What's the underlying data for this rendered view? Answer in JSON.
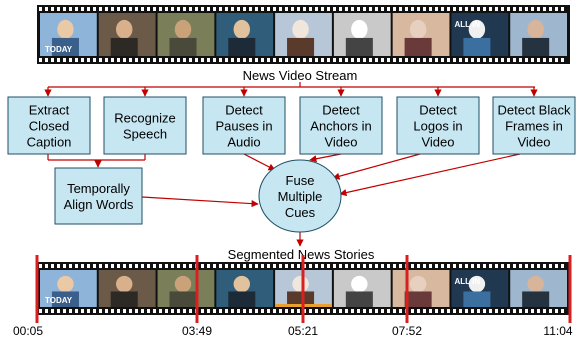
{
  "colors": {
    "box_fill": "#C6E6F2",
    "box_stroke": "#1E4F64",
    "arrow": "#C00000",
    "segment_marker": "#D92020",
    "film": "#111111",
    "highlight": "#E8A030"
  },
  "stream_label": "News Video Stream",
  "segmented_label": "Segmented News Stories",
  "steps": [
    {
      "id": "extract",
      "lines": [
        "Extract",
        "Closed",
        "Caption"
      ]
    },
    {
      "id": "speech",
      "lines": [
        "Recognize",
        "Speech"
      ]
    },
    {
      "id": "pauses",
      "lines": [
        "Detect",
        "Pauses in",
        "Audio"
      ]
    },
    {
      "id": "anchors",
      "lines": [
        "Detect",
        "Anchors in",
        "Video"
      ]
    },
    {
      "id": "logos",
      "lines": [
        "Detect",
        "Logos in",
        "Video"
      ]
    },
    {
      "id": "black",
      "lines": [
        "Detect Black",
        "Frames in",
        "Video"
      ]
    },
    {
      "id": "align",
      "lines": [
        "Temporally",
        "Align Words"
      ]
    }
  ],
  "fuse": {
    "lines": [
      "Fuse",
      "Multiple",
      "Cues"
    ]
  },
  "frame_logos": {
    "today": "TODAY",
    "allin": "ALL IN"
  },
  "timeline": {
    "times": [
      "00:05",
      "03:49",
      "05:21",
      "07:52",
      "11:04"
    ]
  }
}
